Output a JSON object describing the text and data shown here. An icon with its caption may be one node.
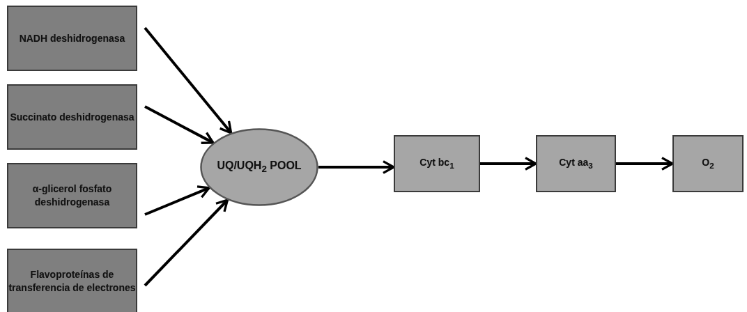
{
  "diagram": {
    "nodes": [
      {
        "text": [
          "NADH deshidrogenasa"
        ]
      },
      {
        "text": [
          "Succinato deshidrogenasa"
        ]
      },
      {
        "text": [
          "α-glicerol fosfato deshidrogenasa"
        ]
      },
      {
        "text": [
          "Flavoproteínas de transferencia de electrones"
        ]
      },
      {
        "text": [
          "UQ/UQH$_{2}$ POOL"
        ]
      },
      {
        "text": [
          "Cyt bc$_{1}$"
        ]
      },
      {
        "text": [
          "Cyt aa$_{3}$"
        ]
      },
      {
        "text": [
          "O$_{2}$"
        ]
      }
    ],
    "edges": [
      {
        "from": 0,
        "to": 4,
        "arrow": "to"
      },
      {
        "from": 1,
        "to": 4,
        "arrow": "to"
      },
      {
        "from": 2,
        "to": 4,
        "arrow": "to"
      },
      {
        "from": 3,
        "to": 4,
        "arrow": "to"
      },
      {
        "from": 4,
        "to": 5,
        "arrow": "to"
      },
      {
        "from": 5,
        "to": 6,
        "arrow": "to"
      },
      {
        "from": 6,
        "to": 7,
        "arrow": "to"
      }
    ]
  }
}
